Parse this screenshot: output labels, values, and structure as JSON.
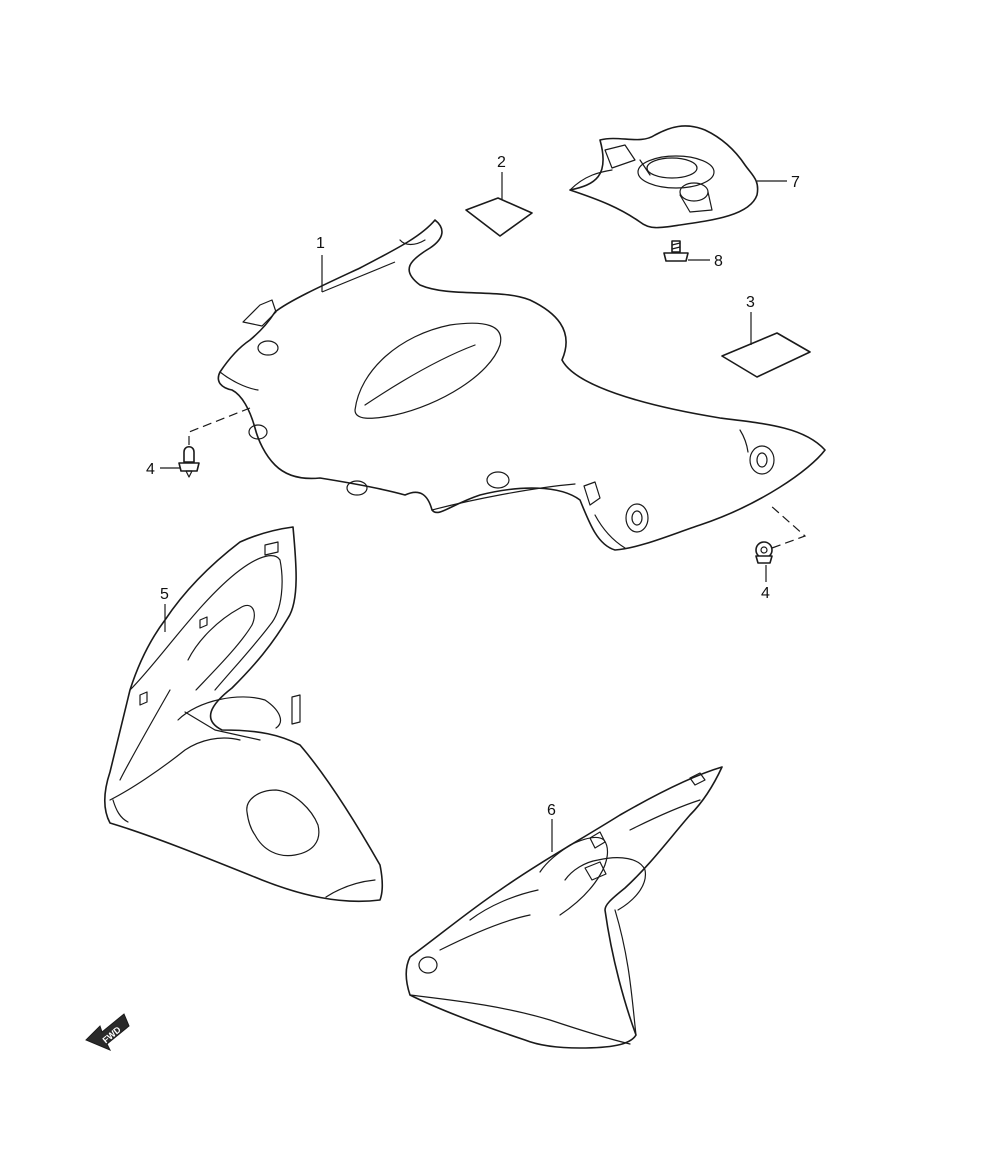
{
  "diagram": {
    "callouts": [
      {
        "id": "1",
        "label": "1"
      },
      {
        "id": "2",
        "label": "2"
      },
      {
        "id": "3",
        "label": "3"
      },
      {
        "id": "4a",
        "label": "4"
      },
      {
        "id": "4b",
        "label": "4"
      },
      {
        "id": "5",
        "label": "5"
      },
      {
        "id": "6",
        "label": "6"
      },
      {
        "id": "7",
        "label": "7"
      },
      {
        "id": "8",
        "label": "8"
      }
    ],
    "direction_badge": {
      "label": "FWD"
    },
    "colors": {
      "line": "#1a1a1a",
      "fill": "#ffffff",
      "badge": "#2a2a2a"
    }
  }
}
